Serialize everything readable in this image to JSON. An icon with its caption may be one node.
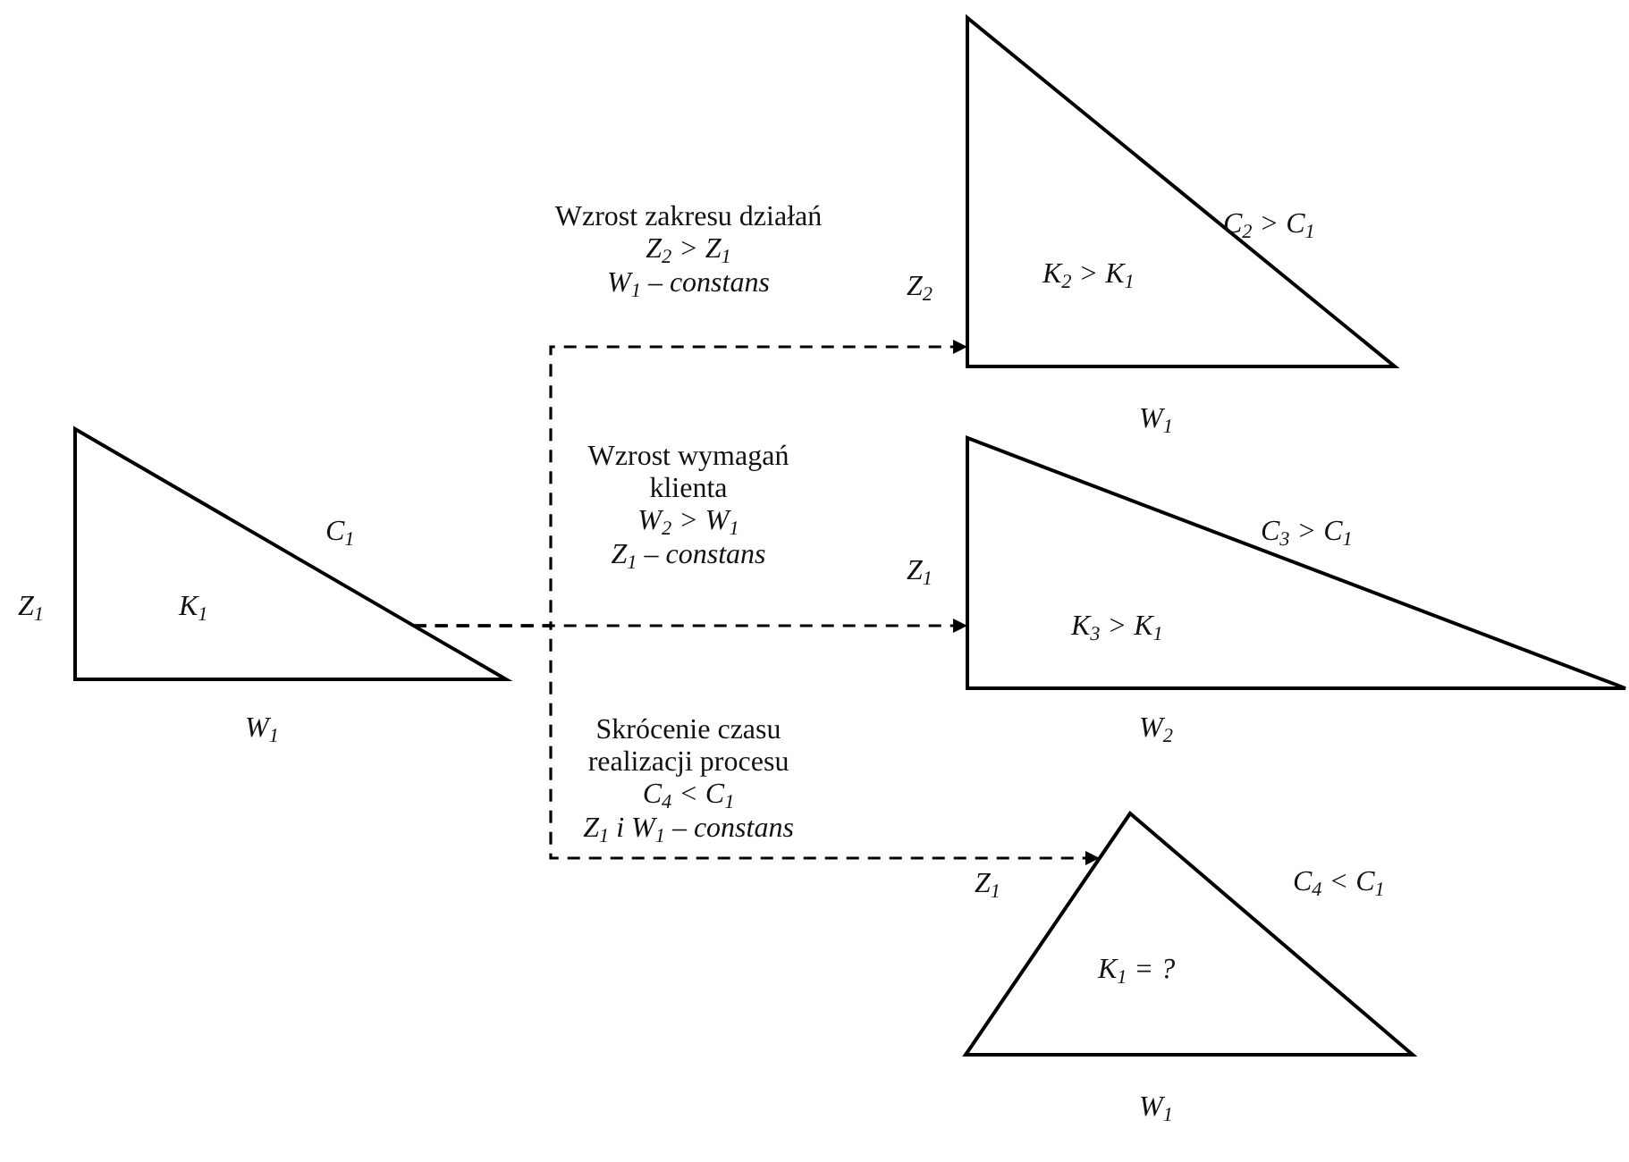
{
  "diagram": {
    "nodes": [
      {
        "text": [
          "K$_{1}$"
        ]
      },
      {
        "text": [
          "K$_{2}$ > K$_{1}$"
        ]
      },
      {
        "text": [
          "K$_{3}$ > K$_{1}$"
        ]
      },
      {
        "text": [
          "K$_{1}$ = ?"
        ]
      }
    ],
    "edges": [
      {
        "from": 0,
        "to": 1,
        "arrow": "to",
        "style": "dashed",
        "label": "Wzrost zakresu działań *Z$_{2}$ > Z$_{1}$* *W$_{1}$ – constans*"
      },
      {
        "from": 0,
        "to": 2,
        "arrow": "to",
        "style": "dashed",
        "label": "Wzrost wymagań klienta *W$_{2}$ > W$_{1}$* *Z$_{1}$ – constans*"
      },
      {
        "from": 0,
        "to": 3,
        "arrow": "to",
        "style": "dashed",
        "label": "Skrócenie czasu realizacji procesu *C$_{4}$ < C$_{1}$* *Z$_{1}$ i W$_{1}$ – constans*"
      }
    ],
    "labels": [
      "C$_{2}$ > C$_{1}$",
      "Z$_{2}$",
      "W$_{1}$",
      "C$_{1}$",
      "C$_{3}$ > C$_{1}$",
      "Z$_{1}$",
      "Z$_{1}$",
      "W$_{1}$",
      "W$_{2}$",
      "Z$_{1}$",
      "C$_{4}$ < C$_{1}$",
      "W$_{1}$"
    ]
  }
}
